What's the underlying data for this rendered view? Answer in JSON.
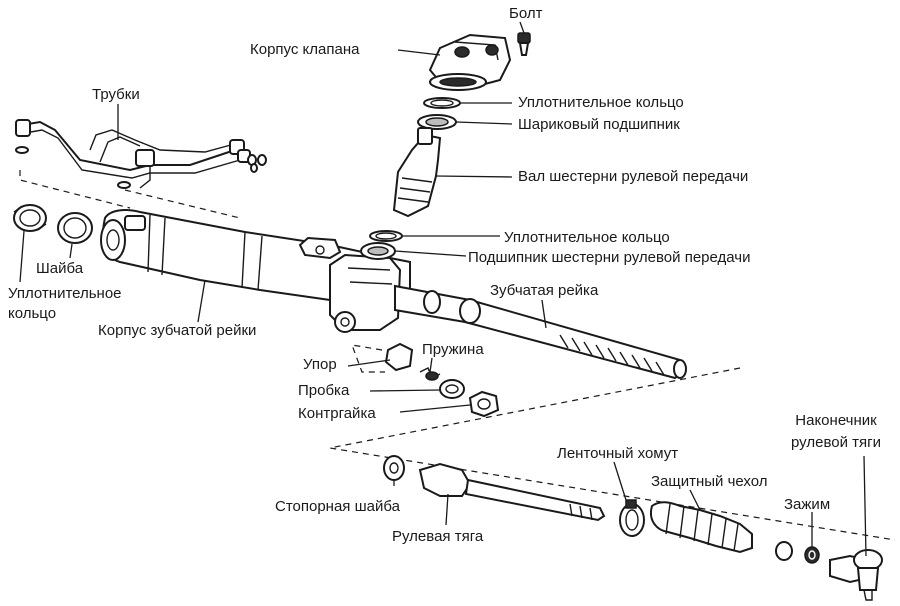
{
  "labels": {
    "bolt": "Болт",
    "valve_body": "Корпус клапана",
    "tubes": "Трубки",
    "seal_ring_top": "Уплотнительное кольцо",
    "ball_bearing": "Шариковый подшипник",
    "pinion_shaft": "Вал шестерни рулевой передачи",
    "seal_ring_mid": "Уплотнительное  кольцо",
    "pinion_bearing": "Подшипник шестерни рулевой передачи",
    "washer": "Шайба",
    "seal_ring_left_1": "Уплотнительное",
    "seal_ring_left_2": "кольцо",
    "rack": "Зубчатая рейка",
    "rack_housing": "Корпус зубчатой рейки",
    "spring": "Пружина",
    "guide": "Упор",
    "plug": "Пробка",
    "locknut": "Контргайка",
    "band_clamp": "Ленточный хомут",
    "tie_rod_end_1": "Наконечник",
    "tie_rod_end_2": "рулевой тяги",
    "boot": "Защитный чехол",
    "clip": "Зажим",
    "lock_washer": "Стопорная шайба",
    "tie_rod": "Рулевая тяга"
  }
}
